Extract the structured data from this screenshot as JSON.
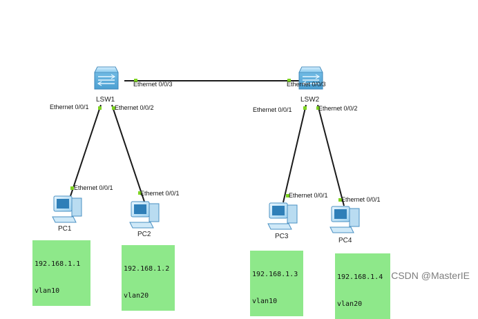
{
  "devices": [
    {
      "id": "lsw1",
      "name": "LSW1",
      "type": "switch"
    },
    {
      "id": "lsw2",
      "name": "LSW2",
      "type": "switch"
    },
    {
      "id": "pc1",
      "name": "PC1",
      "type": "pc"
    },
    {
      "id": "pc2",
      "name": "PC2",
      "type": "pc"
    },
    {
      "id": "pc3",
      "name": "PC3",
      "type": "pc"
    },
    {
      "id": "pc4",
      "name": "PC4",
      "type": "pc"
    }
  ],
  "links": [
    {
      "a": "LSW1",
      "a_port": "Ethernet 0/0/3",
      "b": "LSW2",
      "b_port": "Ethernet 0/0/3"
    },
    {
      "a": "LSW1",
      "a_port": "Ethernet 0/0/1",
      "b": "PC1",
      "b_port": "Ethernet 0/0/1"
    },
    {
      "a": "LSW1",
      "a_port": "Ethernet 0/0/2",
      "b": "PC2",
      "b_port": "Ethernet 0/0/1"
    },
    {
      "a": "LSW2",
      "a_port": "Ethernet 0/0/1",
      "b": "PC3",
      "b_port": "Ethernet 0/0/1"
    },
    {
      "a": "LSW2",
      "a_port": "Ethernet 0/0/2",
      "b": "PC4",
      "b_port": "Ethernet 0/0/1"
    }
  ],
  "notes": [
    {
      "device": "PC1",
      "ip": "192.168.1.1",
      "vlan": "vlan10"
    },
    {
      "device": "PC2",
      "ip": "192.168.1.2",
      "vlan": "vlan20"
    },
    {
      "device": "PC3",
      "ip": "192.168.1.3",
      "vlan": "vlan10"
    },
    {
      "device": "PC4",
      "ip": "192.168.1.4",
      "vlan": "vlan20"
    }
  ],
  "colors": {
    "link": "#1a1a1a",
    "port_dot": "#7ed321",
    "note_bg": "#8ee88a",
    "device": "#9fd6f2"
  },
  "watermark": "CSDN @MasterIE"
}
